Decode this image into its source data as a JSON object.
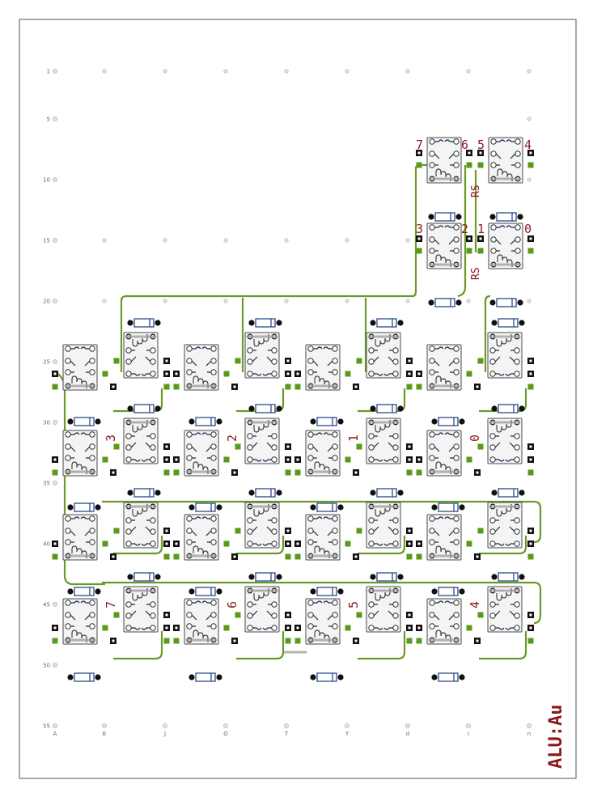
{
  "title": "ALU:Au",
  "colors": {
    "bus": "#6a9a28",
    "label": "#8b1a1a",
    "frame": "#555555",
    "diode": "#2a4a8a",
    "relay_fill": "#f4f4f4"
  },
  "row_labels": [
    "1",
    "5",
    "10",
    "15",
    "20",
    "25",
    "30",
    "35",
    "40",
    "45",
    "50",
    "55"
  ],
  "column_labels": [
    "A",
    "E",
    "J",
    "O",
    "T",
    "Y",
    "d",
    "i",
    "n"
  ],
  "top_bits": [
    "7",
    "6",
    "5",
    "4",
    "3",
    "2",
    "1",
    "0"
  ],
  "top_rs_labels": [
    "RS",
    "RS"
  ],
  "lower_bits_upper": [
    "3",
    "2",
    "1",
    "0"
  ],
  "lower_bits_lower": [
    "7",
    "6",
    "5",
    "4"
  ],
  "components": {
    "relay": "relay",
    "diode": "diode"
  }
}
